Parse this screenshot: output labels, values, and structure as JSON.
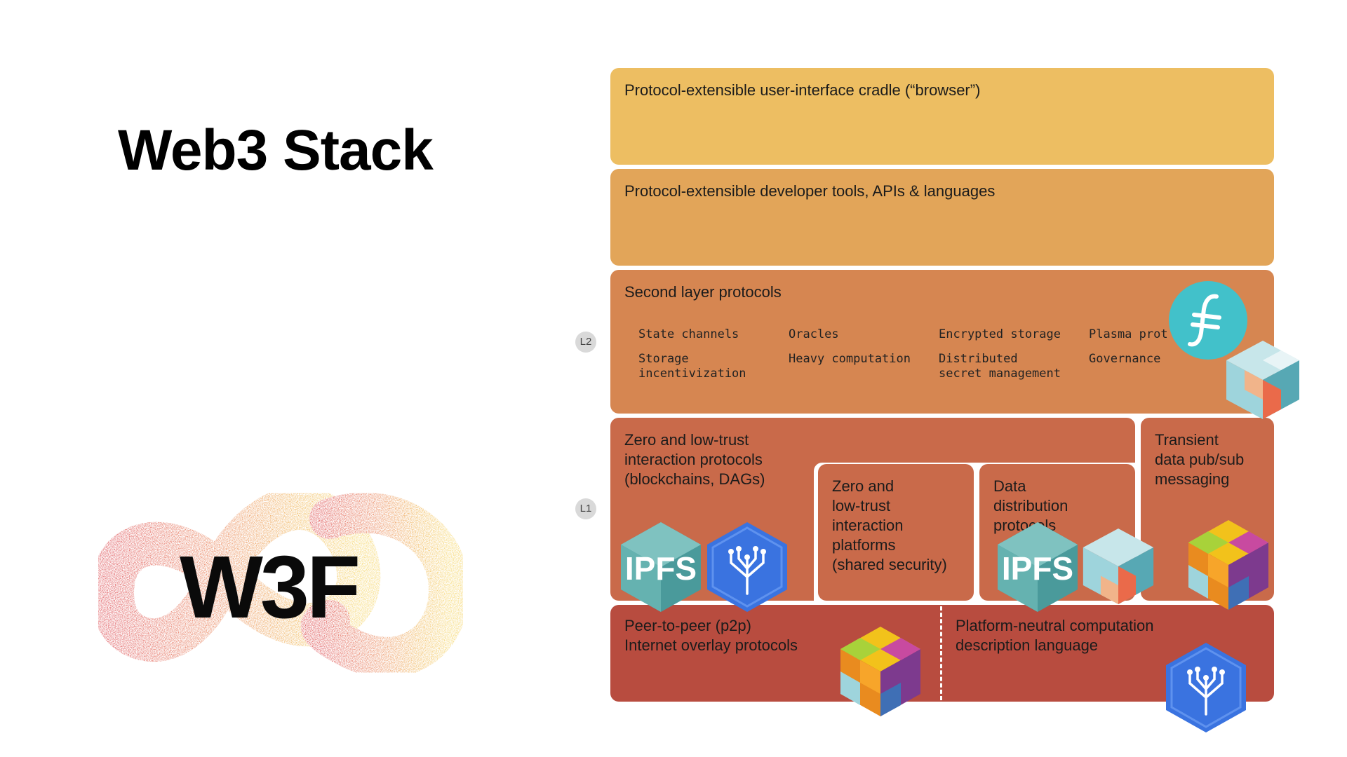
{
  "slide": {
    "title": "Web3 Stack"
  },
  "logo": {
    "text": "W3F"
  },
  "layers": {
    "browser": "Protocol-extensible user-interface cradle (“browser”)",
    "dev": "Protocol-extensible developer tools, APIs & languages",
    "second": {
      "title": "Second layer protocols",
      "items": [
        "State channels",
        "Oracles",
        "Encrypted storage",
        "Plasma prot",
        "Storage\nincentivization",
        "Heavy computation",
        "Distributed\nsecret management",
        "Governance"
      ]
    },
    "zero": "Zero and low-trust\ninteraction protocols\n(blockchains, DAGs)",
    "platforms": "Zero and\nlow-trust\ninteraction\nplatforms\n(shared security)",
    "distrib": "Data\ndistribution\nprotocols",
    "transient": "Transient\ndata pub/sub\nmessaging",
    "p2p": "Peer-to-peer (p2p)\nInternet overlay protocols",
    "computation": "Platform-neutral computation\ndescription language"
  },
  "badges": {
    "l2": "L2",
    "l1": "L1"
  },
  "icons": {
    "ipfs_label": "IPFS",
    "names": [
      "filecoin-icon",
      "ipfs-cube-icon",
      "ipld-tree-icon",
      "libp2p-cube-icon",
      "multiformats-cube-icon"
    ]
  },
  "colors": {
    "browser": "#edbe62",
    "dev": "#e2a559",
    "second": "#d68651",
    "l1": "#c96a4a",
    "p2p": "#b84c3f",
    "ipfs": "#65b2b0",
    "ipld": "#3a73e0",
    "filecoin": "#42c1ca"
  }
}
